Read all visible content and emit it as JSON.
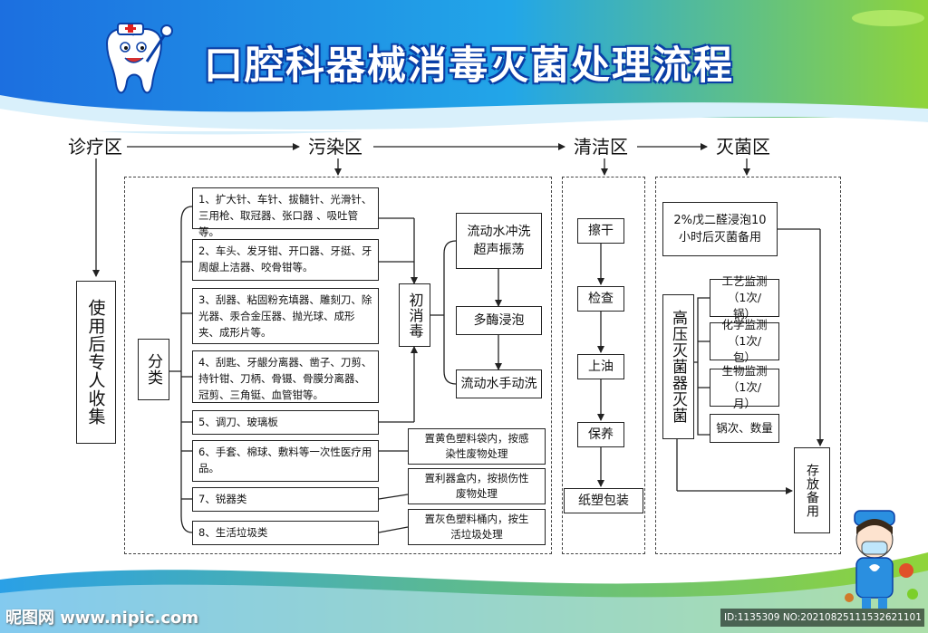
{
  "title": "口腔科器械消毒灭菌处理流程",
  "zones": [
    "诊疗区",
    "污染区",
    "清洁区",
    "灭菌区"
  ],
  "collect": "使用后专人收集",
  "classify": "分类",
  "items": [
    "1、扩大针、车针、拔髓针、光滑针、三用枪、取冠器、张口器 、吸吐管等。",
    "2、车头、发牙钳、开口器、牙挺、牙周龈上洁器、咬骨钳等。",
    "3、刮器、粘固粉充填器、雕刻刀、除光器、汞合金压器、抛光球、成形夹、成形片等。",
    "4、刮匙、牙龈分离器、凿子、刀剪、持针钳、刀柄、骨镊、骨膜分离器、冠剪、三角铤、血管钳等。",
    "5、调刀、玻璃板",
    "6、手套、棉球、敷料等一次性医疗用品。",
    "7、锐器类",
    "8、生活垃圾类"
  ],
  "initial_disinfect": "初消毒",
  "wash_steps": [
    "流动水冲洗超声振荡",
    "多酶浸泡",
    "流动水手动洗"
  ],
  "waste": [
    "置黄色塑料袋内，按感染性废物处理",
    "置利器盒内，按损伤性废物处理",
    "置灰色塑料桶内，按生活垃圾处理"
  ],
  "clean_steps": [
    "擦干",
    "检查",
    "上油",
    "保养",
    "纸塑包装"
  ],
  "glutaraldehyde": "2%戊二醛浸泡10小时后灭菌备用",
  "autoclave": "高压灭菌器灭菌",
  "monitors": [
    "工艺监测（1次/锅）",
    "化学监测（1次/包）",
    "生物监测（1次/月）",
    "锅次、数量"
  ],
  "storage": "存放备用",
  "watermark_left": "昵图网 www.nipic.com",
  "watermark_right": "ID:1135309 NO:20210825111532621101",
  "colors": {
    "title_stroke": "#0a3fa6",
    "sky": "#1e7fe0",
    "green": "#7ccf2a"
  }
}
